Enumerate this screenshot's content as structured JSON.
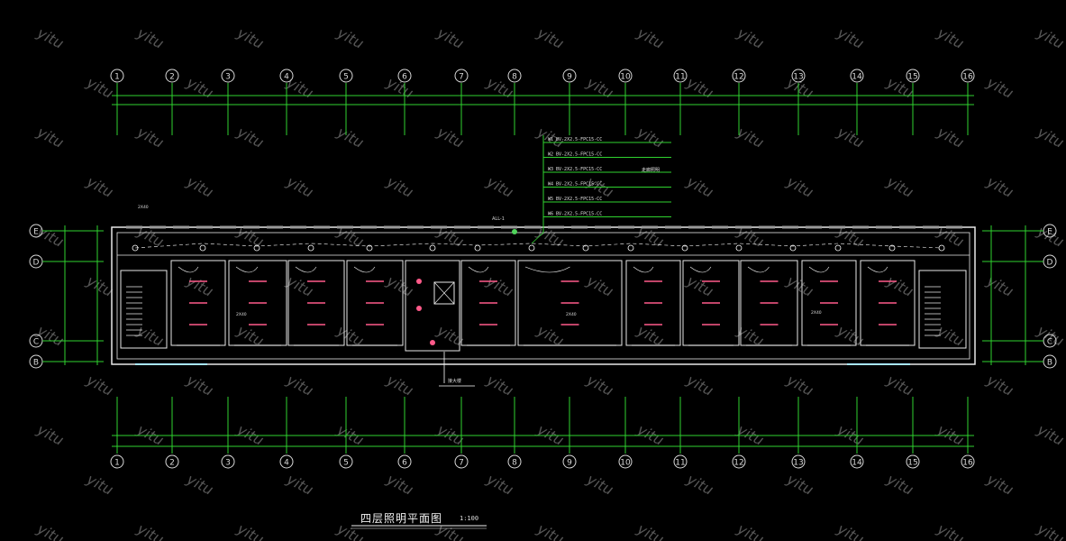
{
  "drawing": {
    "title": "四层照明平面图",
    "scale": "1:100",
    "panel_label": "ALL-1",
    "column_axes": [
      "1",
      "2",
      "3",
      "4",
      "5",
      "6",
      "7",
      "8",
      "9",
      "10",
      "11",
      "12",
      "13",
      "14",
      "15",
      "16"
    ],
    "row_axes_left": [
      "E",
      "D",
      "C",
      "B"
    ],
    "row_axes_right": [
      "E",
      "D",
      "C",
      "B"
    ],
    "circuits": [
      {
        "label": "W1 BV-2X2.5-FPC15-CC"
      },
      {
        "label": "W2 BV-2X2.5-FPC15-CC"
      },
      {
        "label": "W3 BV-2X2.5-FPC15-CC"
      },
      {
        "label": "W4 BV-2X2.5-FPC15-CC"
      },
      {
        "label": "W5 BV-2X2.5-FPC15-CC"
      },
      {
        "label": "W6 BV-2X2.5-FPC15-CC"
      }
    ],
    "circuit_note": "走廊照明",
    "fixture_tags": [
      "2X40",
      "2X40",
      "2X40",
      "2X40"
    ],
    "riser_label": "接大楼",
    "watermark": "yitu"
  },
  "colors": {
    "background": "#000000",
    "axis_lines": "#2fd22f",
    "walls": "#e8e8e8",
    "wiring": "#ffffff",
    "fixtures": "#ff5a8a",
    "text": "#f0f0f0",
    "watermark": "#555555"
  }
}
